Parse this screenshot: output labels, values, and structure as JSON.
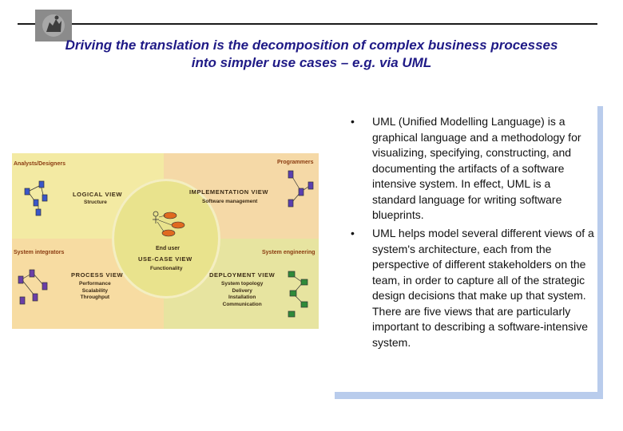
{
  "header": {
    "title_line1": "Driving the translation is the decomposition of complex business processes",
    "title_line2": "into simpler use cases – e.g. via UML",
    "logo_icon": "university-seal-icon"
  },
  "diagram": {
    "roles": {
      "analysts": "Analysts/Designers",
      "programmers": "Programmers",
      "integrators": "System integrators",
      "engineering": "System engineering",
      "end_user": "End user"
    },
    "views": {
      "logical": {
        "title": "LOGICAL VIEW",
        "sub": [
          "Structure"
        ]
      },
      "implementation": {
        "title": "IMPLEMENTATION VIEW",
        "sub": [
          "Software management"
        ]
      },
      "use_case": {
        "title": "USE-CASE VIEW",
        "sub": [
          "Functionality"
        ]
      },
      "process": {
        "title": "PROCESS VIEW",
        "sub": [
          "Performance",
          "Scalability",
          "Throughput"
        ]
      },
      "deployment": {
        "title": "DEPLOYMENT VIEW",
        "sub": [
          "System topology",
          "Delivery",
          "Installation",
          "Communication"
        ]
      }
    },
    "colors": {
      "role_text": "#8a3b10",
      "blue_node": "#3a56c8",
      "green_node": "#2f8a3a",
      "orange_node": "#e06a20"
    }
  },
  "bullets": [
    {
      "symbol": "•",
      "text": "UML (Unified Modelling Language) is a graphical language and a methodology for visualizing, specifying, constructing, and documenting the artifacts of a software intensive system. In effect, UML is a standard language for writing software blueprints."
    },
    {
      "symbol": "•",
      "text": "UML helps model several different views of a system's architecture, each from the perspective of different stakeholders on the team, in order to capture all of the strategic design decisions that make up that system. There are five views that are particularly important to describing a software-intensive system."
    }
  ]
}
